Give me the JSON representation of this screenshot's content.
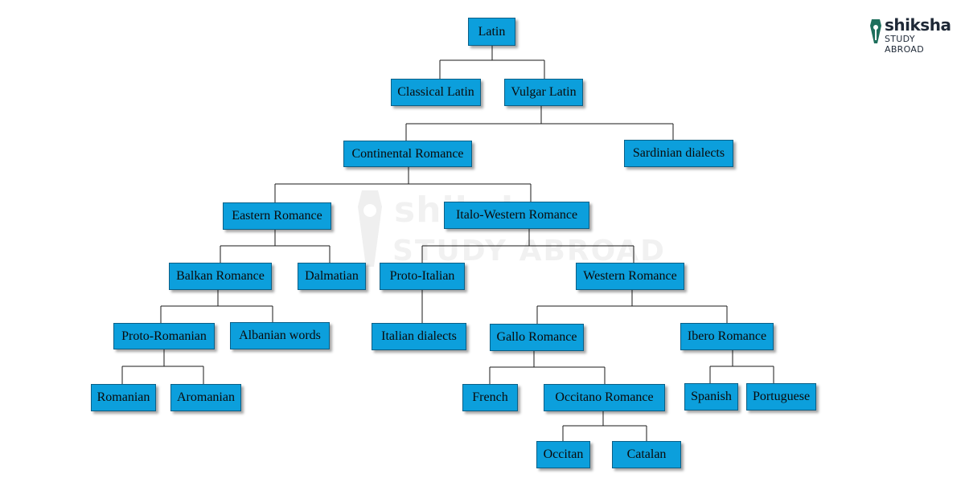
{
  "logo": {
    "name": "shiksha",
    "tagline": "STUDY ABROAD"
  },
  "watermark": {
    "name": "shiksha",
    "tagline": "STUDY ABROAD"
  },
  "colors": {
    "node_fill": "#0c9fdc",
    "node_border": "#0b5f86",
    "line": "#1a1a1a"
  },
  "nodes": {
    "latin": "Latin",
    "classical_latin": "Classical Latin",
    "vulgar_latin": "Vulgar Latin",
    "continental_romance": "Continental Romance",
    "sardinian_dialects": "Sardinian dialects",
    "eastern_romance": "Eastern Romance",
    "italo_western_romance": "Italo-Western Romance",
    "balkan_romance": "Balkan Romance",
    "dalmatian": "Dalmatian",
    "proto_italian": "Proto-Italian",
    "western_romance": "Western Romance",
    "proto_romanian": "Proto-Romanian",
    "albanian_words": "Albanian words",
    "italian_dialects": "Italian dialects",
    "gallo_romance": "Gallo Romance",
    "ibero_romance": "Ibero Romance",
    "romanian": "Romanian",
    "aromanian": "Aromanian",
    "french": "French",
    "occitano_romance": "Occitano Romance",
    "spanish": "Spanish",
    "portuguese": "Portuguese",
    "occitan": "Occitan",
    "catalan": "Catalan"
  }
}
